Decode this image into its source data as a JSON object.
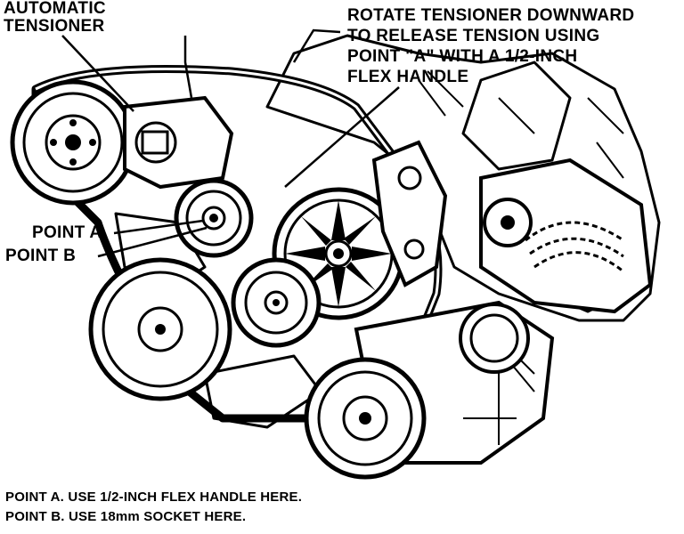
{
  "labels": {
    "automatic_tensioner": [
      "AUTOMATIC",
      "TENSIONER"
    ],
    "rotate_instruction": [
      "ROTATE TENSIONER DOWNWARD",
      "TO RELEASE TENSION USING",
      "POINT \"A\" WITH A 1/2-INCH",
      "FLEX HANDLE"
    ],
    "point_a": "POINT A",
    "point_b": "POINT B"
  },
  "caption": {
    "line1": "POINT A. USE 1/2-INCH FLEX HANDLE HERE.",
    "line2": "POINT B. USE 18mm SOCKET HERE."
  },
  "colors": {
    "ink": "#000000",
    "paper": "#ffffff"
  }
}
